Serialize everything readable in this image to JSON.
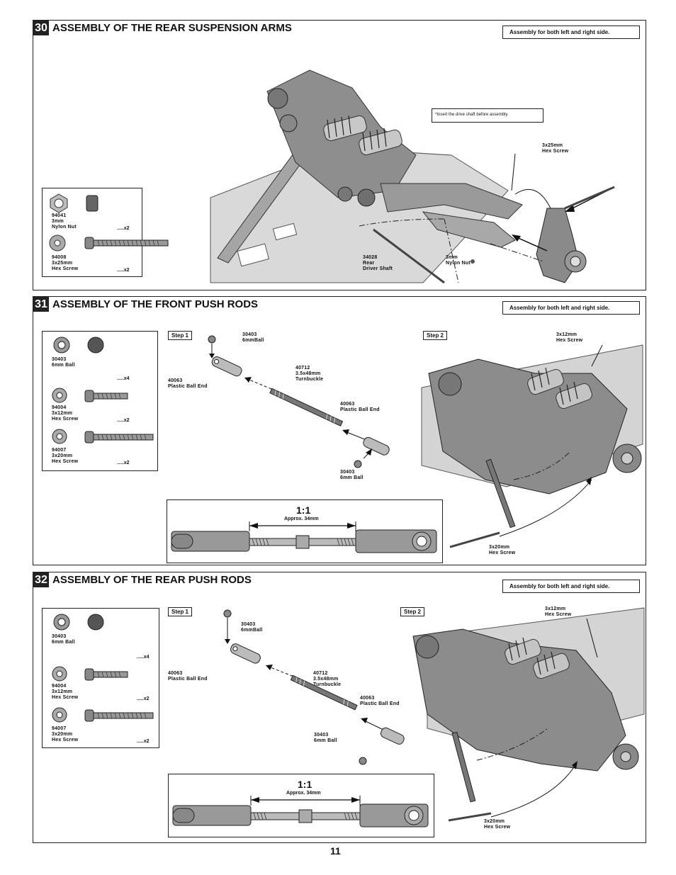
{
  "page_number": "11",
  "sections": [
    {
      "number": "30",
      "title": "ASSEMBLY OF THE REAR SUSPENSION ARMS",
      "note": "Assembly for both left and right side.",
      "callout": "*Insert the drive shaft before assembly.",
      "parts": [
        {
          "id": "94041",
          "size": "3mm",
          "name": "Nylon Nut",
          "qty": ".....x2"
        },
        {
          "id": "94008",
          "size": "3x25mm",
          "name": "Hex Screw",
          "qty": ".....x2"
        }
      ],
      "labels": {
        "screw": "3x25mm\nHex Screw",
        "shaft": "34028\nRear\nDriver Shaft",
        "nut": "3mm\nNylon Nut"
      }
    },
    {
      "number": "31",
      "title": "ASSEMBLY OF THE FRONT PUSH RODS",
      "note": "Assembly for both left and right side.",
      "step1": "Step 1",
      "step2": "Step 2",
      "parts": [
        {
          "id": "30403",
          "size": "6mm Ball",
          "name": "",
          "qty": ".....x4"
        },
        {
          "id": "94004",
          "size": "3x12mm",
          "name": "Hex Screw",
          "qty": ".....x2"
        },
        {
          "id": "94007",
          "size": "3x20mm",
          "name": "Hex Screw",
          "qty": ".....x2"
        }
      ],
      "labels": {
        "ball_top": "30403\n6mmBall",
        "ballend_left": "40063\nPlastic Ball End",
        "turnbuckle": "40712\n3.5x48mm\nTurnbuckle",
        "ballend_right": "40063\nPlastic Ball End",
        "ball_bottom": "30403\n6mm Ball",
        "screw_top": "3x12mm\nHex Screw",
        "screw_bottom": "3x20mm\nHex Screw"
      },
      "ratio": "1:1",
      "approx": "Approx. 34mm"
    },
    {
      "number": "32",
      "title": "ASSEMBLY OF THE REAR PUSH RODS",
      "note": "Assembly for both left and right side.",
      "step1": "Step 1",
      "step2": "Step 2",
      "parts": [
        {
          "id": "30403",
          "size": "6mm Ball",
          "name": "",
          "qty": ".....x4"
        },
        {
          "id": "94004",
          "size": "3x12mm",
          "name": "Hex Screw",
          "qty": ".....x2"
        },
        {
          "id": "94007",
          "size": "3x20mm",
          "name": "Hex Screw",
          "qty": ".....x2"
        }
      ],
      "labels": {
        "ball_top": "30403\n6mmBall",
        "ballend_left": "40063\nPlastic Ball End",
        "turnbuckle": "40712\n3.5x48mm\nTurnbuckle",
        "ballend_right": "40063\nPlastic Ball End",
        "ball_bottom": "30403\n6mm Ball",
        "screw_top": "3x12mm\nHex Screw",
        "screw_bottom": "3x20mm\nHex Screw"
      },
      "ratio": "1:1",
      "approx": "Approx. 34mm"
    }
  ]
}
